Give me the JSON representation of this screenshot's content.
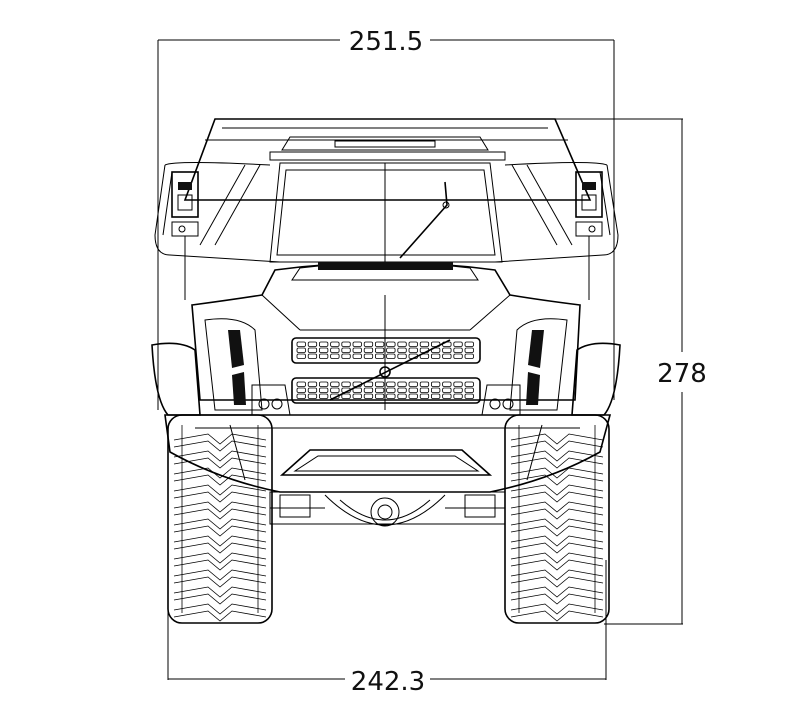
{
  "diagram": {
    "dimensions": {
      "overall_width": "251.5",
      "height": "278",
      "track_width": "242.3"
    }
  }
}
